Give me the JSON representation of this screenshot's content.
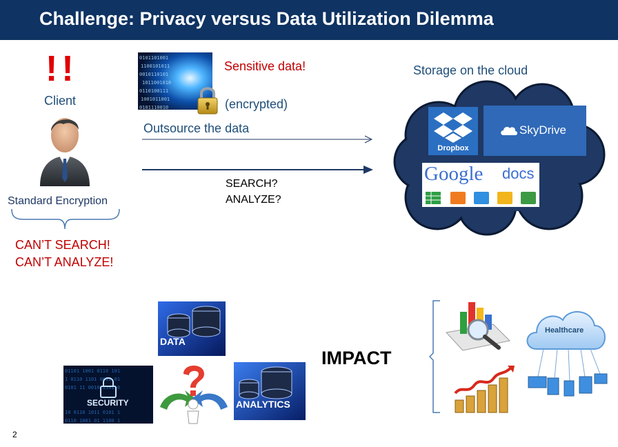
{
  "slide": {
    "title": "Challenge: Privacy versus Data Utilization Dilemma",
    "page_number": "2"
  },
  "client": {
    "alert": "!!",
    "label": "Client",
    "encryption_label": "Standard Encryption",
    "cant_search": "CAN’T SEARCH!",
    "cant_analyze": "CAN’T ANALYZE!"
  },
  "data": {
    "sensitive_label": "Sensitive data!",
    "encrypted_label": "(encrypted)",
    "outsource_label": "Outsource the data",
    "search_label": "SEARCH?",
    "analyze_label": "ANALYZE?"
  },
  "cloud": {
    "label": "Storage on the cloud",
    "dropbox": "Dropbox",
    "skydrive": "SkyDrive",
    "google_word": "Google",
    "docs_word": "docs"
  },
  "bottom": {
    "data_tile": "DATA",
    "security_tile": "SECURITY",
    "analytics_tile": "ANALYTICS",
    "impact_label": "IMPACT",
    "healthcare_label": "Healthcare"
  },
  "colors": {
    "header_bg": "#0f3362",
    "cloud_fill": "#1f3864",
    "alert_red": "#c00000",
    "accent_blue": "#1f4e79"
  }
}
